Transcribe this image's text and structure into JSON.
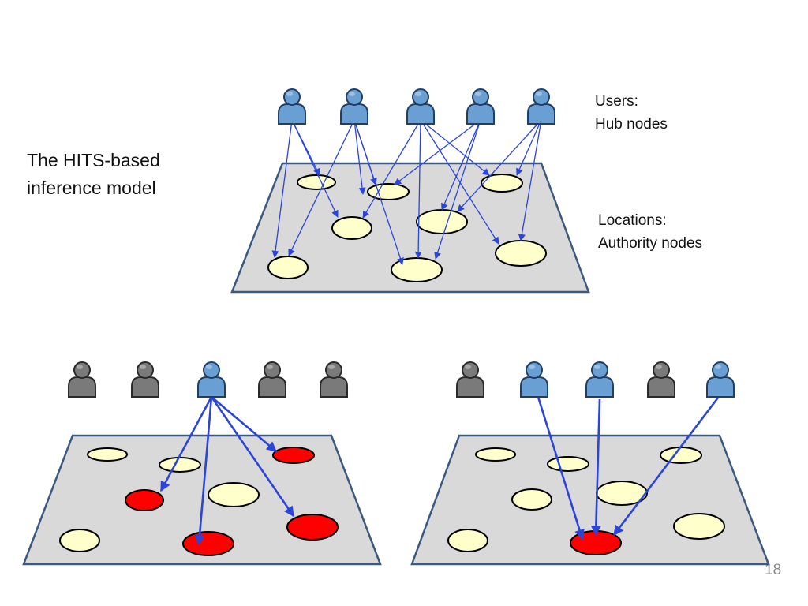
{
  "slide": {
    "title_line1": "The HITS-based",
    "title_line2": "inference model",
    "users_label_line1": "Users:",
    "users_label_line2": "Hub nodes",
    "locations_label_line1": "Locations:",
    "locations_label_line2": "Authority nodes",
    "page_number": "18"
  },
  "colors": {
    "plane_fill": "#d9d9d9",
    "plane_stroke": "#3c5a7f",
    "node_fill": "#ffffcc",
    "highlight_fill": "#ff0000",
    "edge": "#2b45d8",
    "user_active": "#6a9fd4",
    "user_inactive": "#7a7a7a"
  },
  "icons": {
    "user": "user-icon",
    "location": "location-ellipse"
  }
}
